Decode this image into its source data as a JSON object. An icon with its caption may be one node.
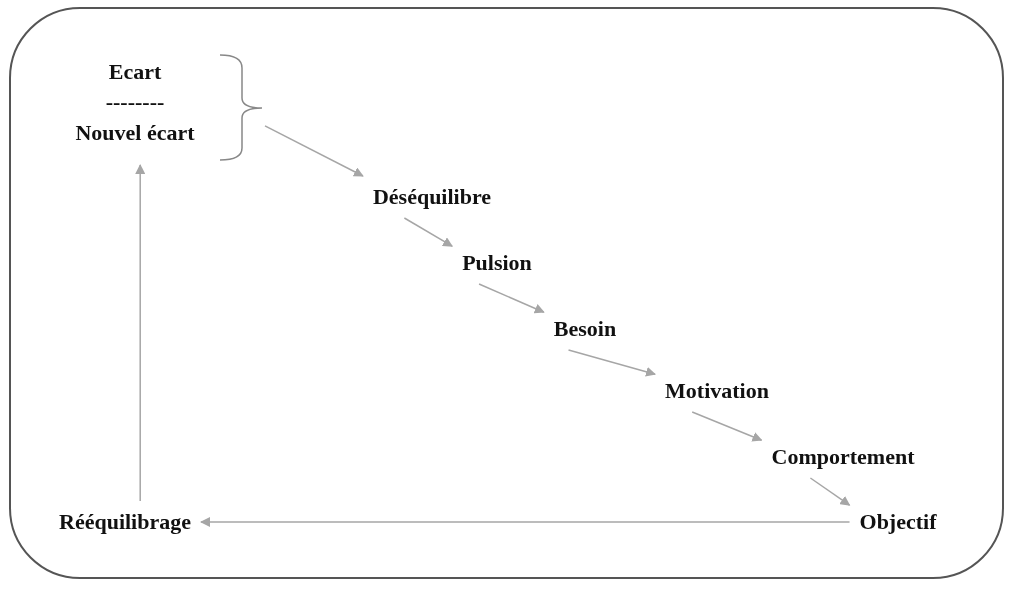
{
  "diagram": {
    "nodes": [
      {
        "text": [
          "Ecart",
          "--------",
          "Nouvel écart"
        ]
      },
      {
        "text": [
          "Déséquilibre"
        ]
      },
      {
        "text": [
          "Pulsion"
        ]
      },
      {
        "text": [
          "Besoin"
        ]
      },
      {
        "text": [
          "Motivation"
        ]
      },
      {
        "text": [
          "Comportement"
        ]
      },
      {
        "text": [
          "Objectif"
        ]
      },
      {
        "text": [
          "Rééquilibrage"
        ]
      }
    ],
    "edges": [
      {
        "from": 0,
        "to": 1,
        "arrow": "to"
      },
      {
        "from": 1,
        "to": 2,
        "arrow": "to"
      },
      {
        "from": 2,
        "to": 3,
        "arrow": "to"
      },
      {
        "from": 3,
        "to": 4,
        "arrow": "to"
      },
      {
        "from": 4,
        "to": 5,
        "arrow": "to"
      },
      {
        "from": 5,
        "to": 6,
        "arrow": "to"
      },
      {
        "from": 6,
        "to": 7,
        "arrow": "to"
      },
      {
        "from": 7,
        "to": 0,
        "arrow": "to"
      }
    ]
  }
}
